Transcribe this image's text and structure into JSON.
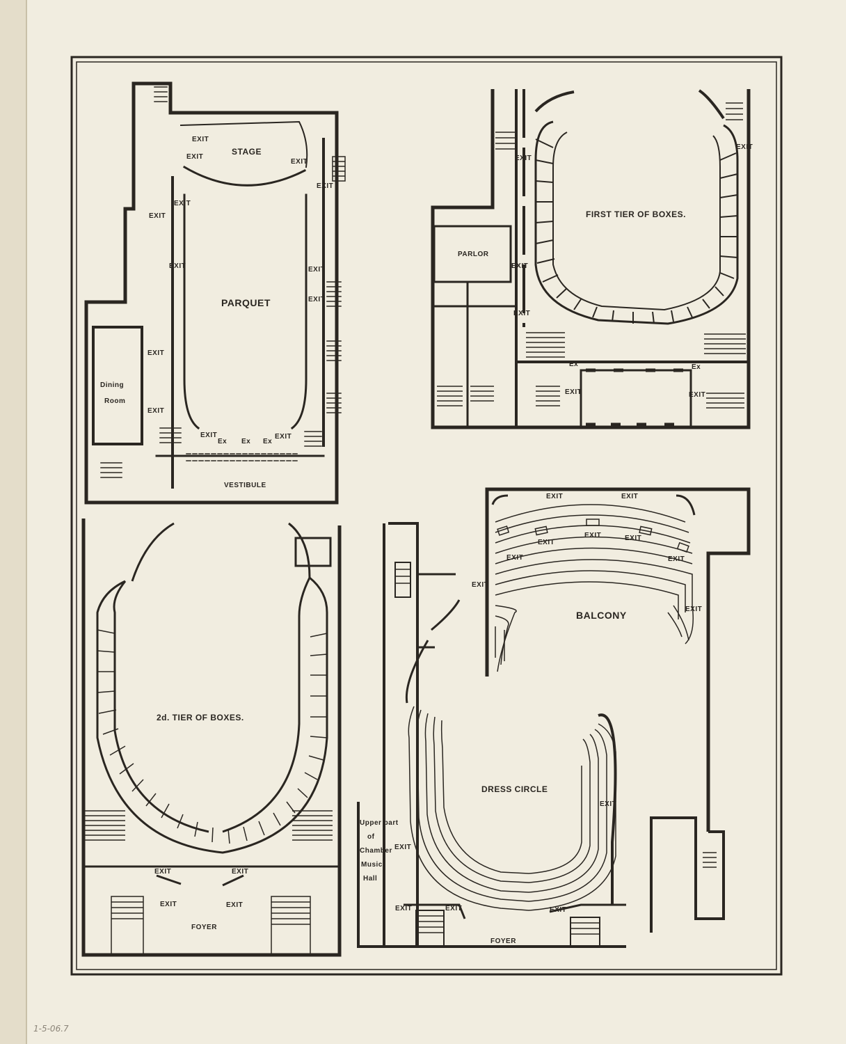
{
  "colors": {
    "paper": "#f1ede0",
    "ink": "#2a2621",
    "pencil": "#8b8478",
    "binding": "#e4ddca"
  },
  "plans": {
    "parquet": {
      "stage": "STAGE",
      "room": "PARQUET",
      "dining_1": "Dining",
      "dining_2": "Room",
      "vestibule": "VESTIBULE",
      "exits": [
        "EXIT",
        "EXIT",
        "EXIT",
        "EXIT",
        "EXIT",
        "EXIT",
        "EXIT",
        "EXIT",
        "EXIT",
        "EXIT",
        "EXIT",
        "EXIT",
        "EXIT"
      ],
      "ex": [
        "Ex",
        "Ex",
        "Ex"
      ]
    },
    "first_tier": {
      "room": "FIRST TIER OF BOXES.",
      "parlor": "PARLOR",
      "exits": [
        "EXIT",
        "EXIT",
        "EXIT",
        "EXIT",
        "EXIT",
        "EXIT"
      ],
      "ex": [
        "Ex",
        "Ex"
      ]
    },
    "second_tier": {
      "room": "2d. TIER OF BOXES.",
      "foyer": "FOYER",
      "exits": [
        "EXIT",
        "EXIT",
        "EXIT",
        "EXIT"
      ]
    },
    "balcony": {
      "room": "BALCONY",
      "exits": [
        "EXIT",
        "EXIT",
        "EXIT",
        "EXIT",
        "EXIT",
        "EXIT",
        "EXIT",
        "EXIT"
      ]
    },
    "dress_circle": {
      "room": "DRESS CIRCLE",
      "foyer": "FOYER",
      "exits": [
        "EXIT",
        "EXIT",
        "EXIT",
        "EXIT",
        "EXIT",
        "EXIT"
      ],
      "chamber": [
        "Upper part",
        "of",
        "Chamber",
        "Music",
        "Hall"
      ]
    }
  },
  "pencil_note": "1-5-06.7"
}
